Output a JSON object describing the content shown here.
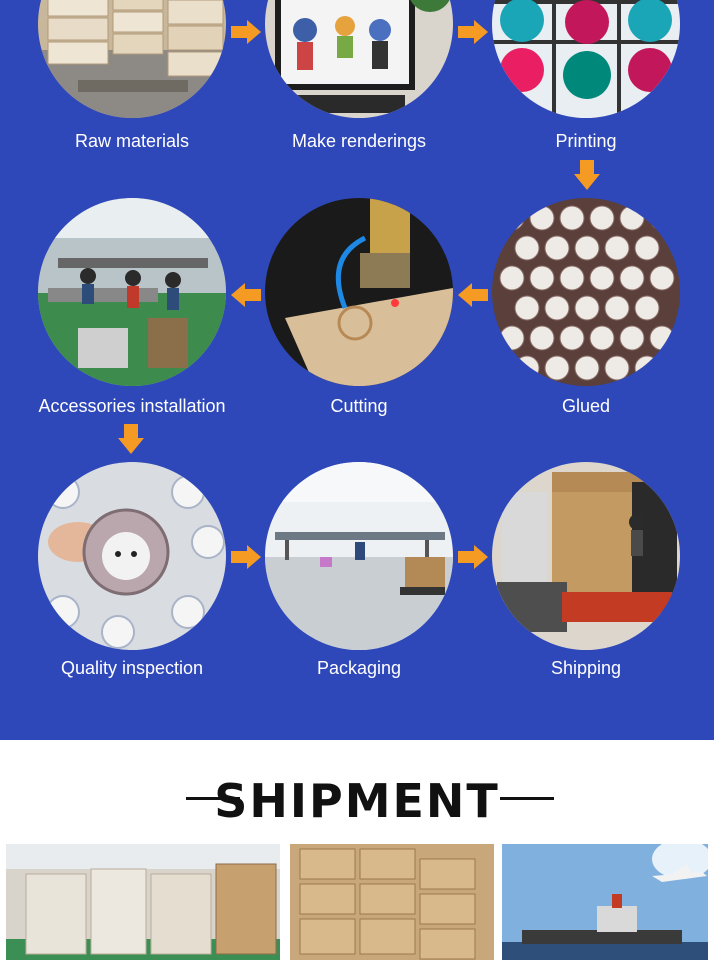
{
  "colors": {
    "process_bg": "#2f48b9",
    "arrow_fill": "#f59a23",
    "label_text": "#ffffff",
    "title_text": "#111111"
  },
  "steps": [
    {
      "label": "Raw materials"
    },
    {
      "label": "Make renderings"
    },
    {
      "label": "Printing"
    },
    {
      "label": "Glued"
    },
    {
      "label": "Cutting"
    },
    {
      "label": "Accessories installation"
    },
    {
      "label": "Quality inspection"
    },
    {
      "label": "Packaging"
    },
    {
      "label": "Shipping"
    }
  ],
  "shipment": {
    "title": "SHIPMENT"
  }
}
